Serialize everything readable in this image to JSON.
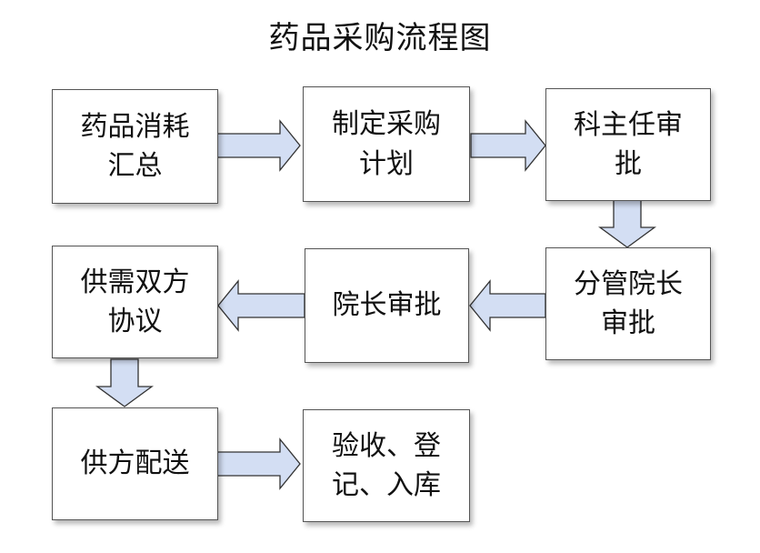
{
  "title": "药品采购流程图",
  "steps": [
    {
      "id": "s1",
      "label": "药品消耗\n汇总"
    },
    {
      "id": "s2",
      "label": "制定采购\n计划"
    },
    {
      "id": "s3",
      "label": "科主任审\n批"
    },
    {
      "id": "s4",
      "label": "分管院长\n审批"
    },
    {
      "id": "s5",
      "label": "院长审批"
    },
    {
      "id": "s6",
      "label": "供需双方\n协议"
    },
    {
      "id": "s7",
      "label": "供方配送"
    },
    {
      "id": "s8",
      "label": "验收、登\n记、入库"
    }
  ],
  "colors": {
    "arrow_fill": "#d3def3",
    "arrow_stroke": "#333333",
    "box_border": "#555555"
  }
}
